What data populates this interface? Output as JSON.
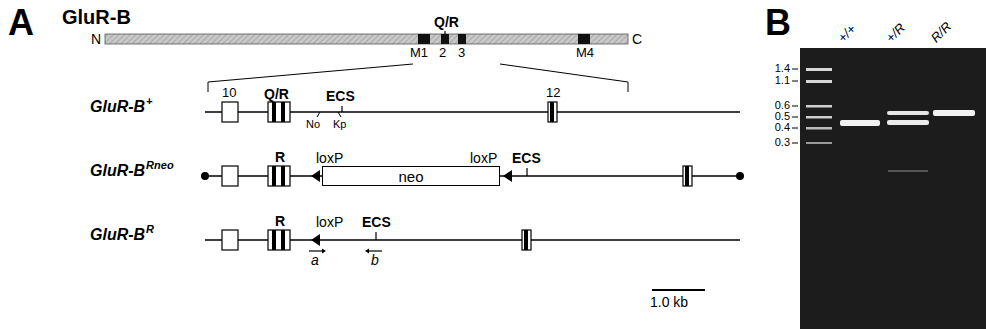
{
  "diagram": {
    "nodes": [
      {
        "text": [
          "neo"
        ]
      }
    ],
    "labels": [
      "A",
      "GluR-B",
      "Q/R",
      "N",
      "C",
      "M1",
      "2",
      "3",
      "M4",
      "B",
      "+/+",
      "+/R",
      "R/R",
      "1.4",
      "1.1",
      "0.6",
      "0.5",
      "0.4",
      "0.3",
      "10",
      "Q/R",
      "ECS",
      "12",
      "GluR-B",
      "+",
      "No",
      "Kp",
      "R",
      "loxP",
      "loxP",
      "ECS",
      "GluR-B",
      "Rneo",
      "R",
      "loxP",
      "ECS",
      "GluR-B",
      "R",
      "a",
      "b",
      "1.0 kb"
    ]
  }
}
